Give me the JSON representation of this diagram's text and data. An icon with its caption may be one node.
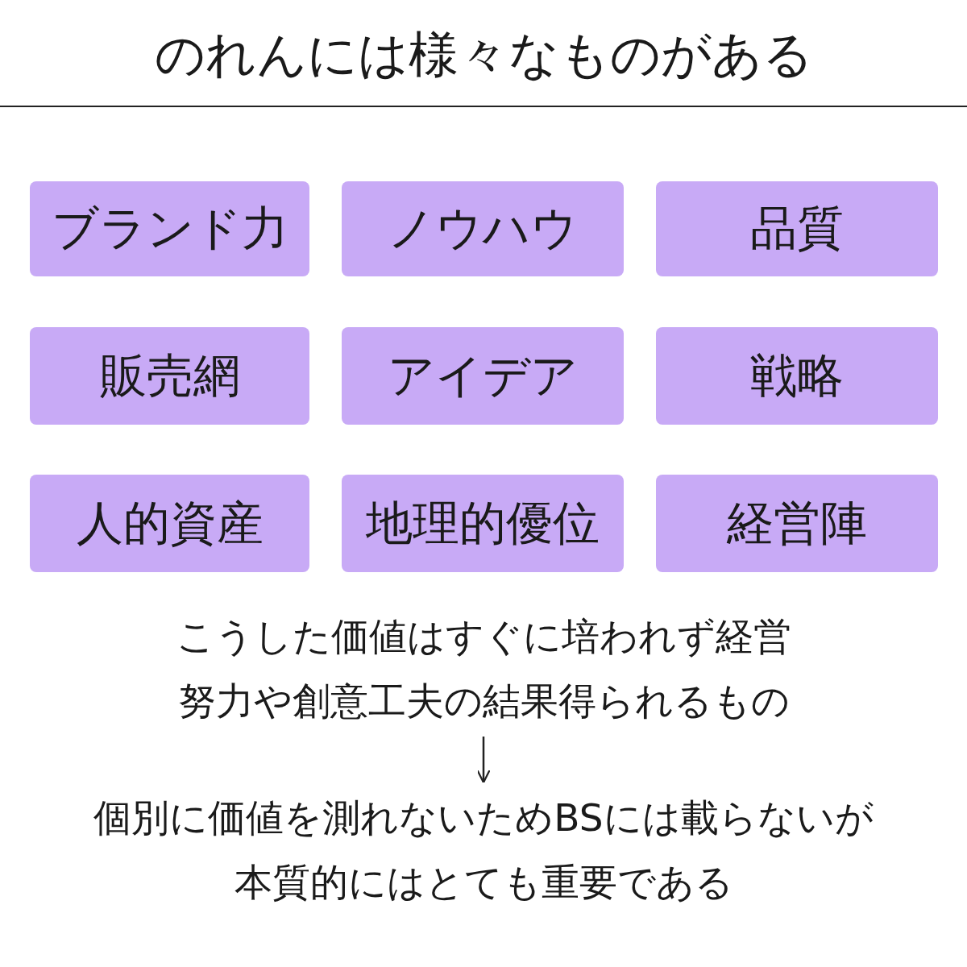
{
  "diagram": {
    "title": "のれんには様々なものがある",
    "nodes": [
      {
        "text": [
          "ブランド力"
        ]
      },
      {
        "text": [
          "ノウハウ"
        ]
      },
      {
        "text": [
          "品質"
        ]
      },
      {
        "text": [
          "販売網"
        ]
      },
      {
        "text": [
          "アイデア"
        ]
      },
      {
        "text": [
          "戦略"
        ]
      },
      {
        "text": [
          "人的資産"
        ]
      },
      {
        "text": [
          "地理的優位"
        ]
      },
      {
        "text": [
          "経営陣"
        ]
      },
      {
        "text": [
          "こうした価値はすぐに培われず経営努力や創意工夫の結果得られるもの"
        ]
      },
      {
        "text": [
          "個別に価値を測れないためBSには載らないが本質的にはとても重要である"
        ]
      }
    ],
    "edges": [
      {
        "from": 9,
        "to": 10,
        "arrow": "to"
      }
    ]
  }
}
